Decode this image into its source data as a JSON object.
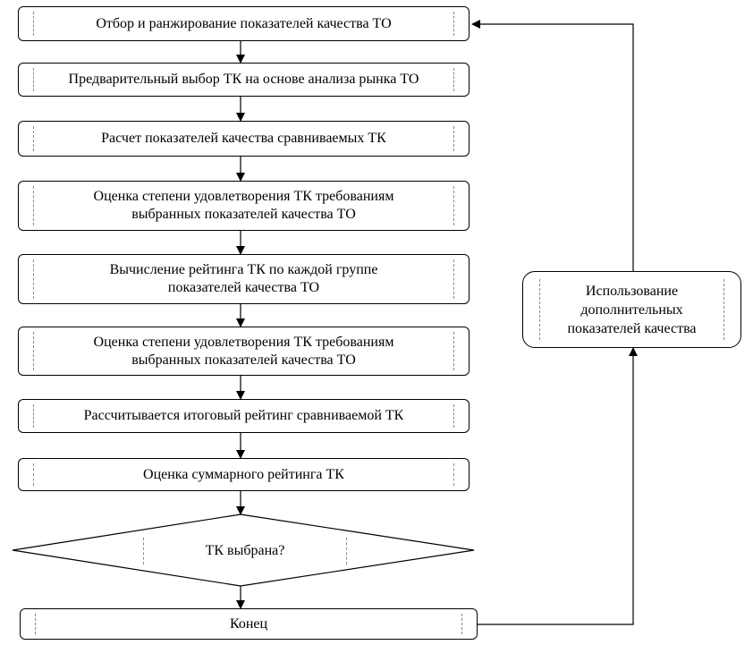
{
  "steps": [
    "Отбор и ранжирование показателей качества ТО",
    "Предварительный выбор ТК на основе анализа рынка ТО",
    "Расчет показателей качества сравниваемых ТК",
    "Оценка степени удовлетворения ТК требованиям\nвыбранных показателей качества ТО",
    "Вычисление рейтинга ТК по каждой группе\nпоказателей качества ТО",
    "Оценка степени удовлетворения ТК требованиям\nвыбранных показателей качества ТО",
    "Рассчитывается итоговый рейтинг сравниваемой ТК",
    "Оценка суммарного рейтинга ТК"
  ],
  "decision": "ТК выбрана?",
  "end": "Конец",
  "side": "Использование\nдополнительных\nпоказателей качества"
}
